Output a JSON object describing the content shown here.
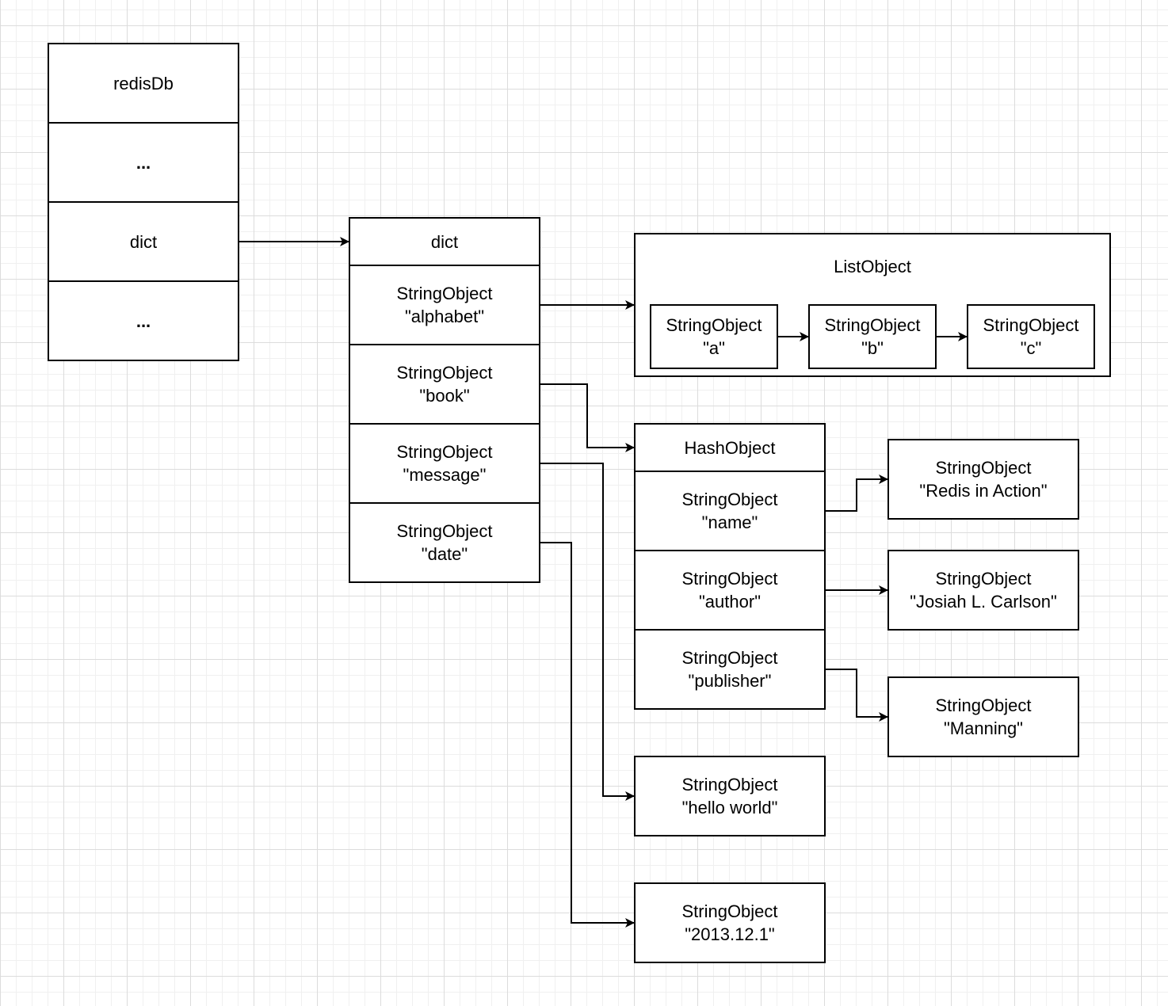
{
  "redisDb": {
    "rows": [
      "redisDb",
      "...",
      "dict",
      "..."
    ]
  },
  "dict": {
    "header": "dict",
    "keys": [
      "StringObject\n\"alphabet\"",
      "StringObject\n\"book\"",
      "StringObject\n\"message\"",
      "StringObject\n\"date\""
    ]
  },
  "list": {
    "title": "ListObject",
    "items": [
      "StringObject\n\"a\"",
      "StringObject\n\"b\"",
      "StringObject\n\"c\""
    ]
  },
  "hash": {
    "header": "HashObject",
    "fields": [
      "StringObject\n\"name\"",
      "StringObject\n\"author\"",
      "StringObject\n\"publisher\""
    ],
    "values": [
      "StringObject\n\"Redis in Action\"",
      "StringObject\n\"Josiah L. Carlson\"",
      "StringObject\n\"Manning\""
    ]
  },
  "message_value": "StringObject\n\"hello world\"",
  "date_value": "StringObject\n\"2013.12.1\""
}
